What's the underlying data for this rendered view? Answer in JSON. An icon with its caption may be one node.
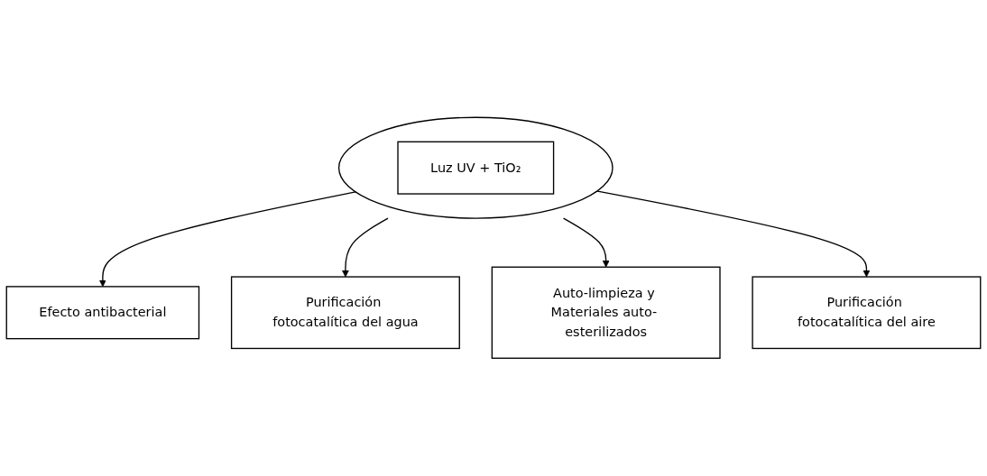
{
  "diagram": {
    "nodes": [
      {
        "text": [],
        "shape": "ellipse"
      },
      {
        "text": [
          "Luz UV + TiO₂"
        ],
        "in": 0
      },
      {
        "text": [
          "Efecto antibacterial"
        ]
      },
      {
        "text": [
          "Purificación fotocatalítica del agua"
        ]
      },
      {
        "text": [
          "Auto-limpieza y Materiales auto- esterilizados"
        ]
      },
      {
        "text": [
          "Purificación fotocatalítica del aire"
        ]
      }
    ],
    "edges": [
      {
        "from": 0,
        "to": 2,
        "arrow": "to"
      },
      {
        "from": 0,
        "to": 3,
        "arrow": "to"
      },
      {
        "from": 0,
        "to": 4,
        "arrow": "to"
      },
      {
        "from": 0,
        "to": 5,
        "arrow": "to"
      }
    ]
  }
}
